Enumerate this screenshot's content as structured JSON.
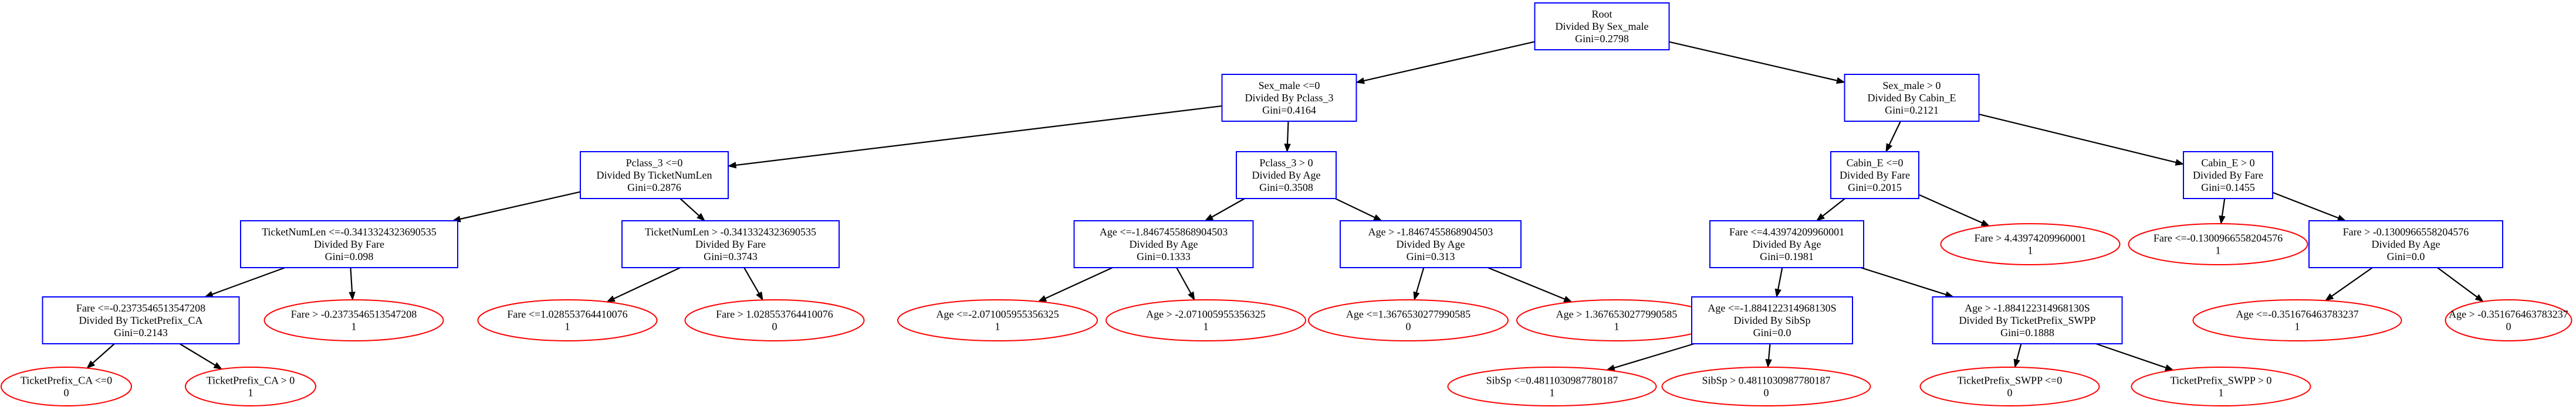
{
  "colors": {
    "internal_border": "#0000ff",
    "leaf_border": "#ff0000",
    "edge": "#000000",
    "background": "#ffffff"
  },
  "nodes": [
    {
      "id": "n0",
      "shape": "box",
      "lines": [
        "Root",
        "Divided By Sex_male",
        "Gini=0.2798"
      ]
    },
    {
      "id": "n1",
      "shape": "box",
      "lines": [
        "Sex_male <=0",
        "Divided By Pclass_3",
        "Gini=0.4164"
      ]
    },
    {
      "id": "n2",
      "shape": "box",
      "lines": [
        "Sex_male > 0",
        "Divided By Cabin_E",
        "Gini=0.2121"
      ]
    },
    {
      "id": "n3",
      "shape": "box",
      "lines": [
        "Pclass_3 <=0",
        "Divided By TicketNumLen",
        "Gini=0.2876"
      ]
    },
    {
      "id": "n4",
      "shape": "box",
      "lines": [
        "Pclass_3 > 0",
        "Divided By Age",
        "Gini=0.3508"
      ]
    },
    {
      "id": "n5",
      "shape": "box",
      "lines": [
        "Cabin_E <=0",
        "Divided By Fare",
        "Gini=0.2015"
      ]
    },
    {
      "id": "n6",
      "shape": "box",
      "lines": [
        "Cabin_E > 0",
        "Divided By Fare",
        "Gini=0.1455"
      ]
    },
    {
      "id": "n7",
      "shape": "box",
      "lines": [
        "TicketNumLen <=-0.3413324323690535",
        "Divided By Fare",
        "Gini=0.098"
      ]
    },
    {
      "id": "n8",
      "shape": "box",
      "lines": [
        "TicketNumLen > -0.3413324323690535",
        "Divided By Fare",
        "Gini=0.3743"
      ]
    },
    {
      "id": "n9",
      "shape": "box",
      "lines": [
        "Age <=-1.8467455868904503",
        "Divided By Age",
        "Gini=0.1333"
      ]
    },
    {
      "id": "n10",
      "shape": "box",
      "lines": [
        "Age > -1.8467455868904503",
        "Divided By Age",
        "Gini=0.313"
      ]
    },
    {
      "id": "n11",
      "shape": "box",
      "lines": [
        "Fare <=4.43974209960001",
        "Divided By Age",
        "Gini=0.1981"
      ]
    },
    {
      "id": "n12",
      "shape": "ellipse",
      "lines": [
        "Fare > 4.43974209960001",
        "1"
      ]
    },
    {
      "id": "n13",
      "shape": "ellipse",
      "lines": [
        "Fare <=-0.1300966558204576",
        "1"
      ]
    },
    {
      "id": "n14",
      "shape": "box",
      "lines": [
        "Fare > -0.1300966558204576",
        "Divided By Age",
        "Gini=0.0"
      ]
    },
    {
      "id": "n15",
      "shape": "box",
      "lines": [
        "Fare <=-0.2373546513547208",
        "Divided By TicketPrefix_CA",
        "Gini=0.2143"
      ]
    },
    {
      "id": "n16",
      "shape": "ellipse",
      "lines": [
        "Fare > -0.2373546513547208",
        "1"
      ]
    },
    {
      "id": "n17",
      "shape": "ellipse",
      "lines": [
        "Fare <=1.028553764410076",
        "1"
      ]
    },
    {
      "id": "n18",
      "shape": "ellipse",
      "lines": [
        "Fare > 1.028553764410076",
        "0"
      ]
    },
    {
      "id": "n19",
      "shape": "ellipse",
      "lines": [
        "Age <=-2.071005955356325",
        "1"
      ]
    },
    {
      "id": "n20",
      "shape": "ellipse",
      "lines": [
        "Age > -2.071005955356325",
        "1"
      ]
    },
    {
      "id": "n21",
      "shape": "ellipse",
      "lines": [
        "Age <=1.3676530277990585",
        "0"
      ]
    },
    {
      "id": "n22",
      "shape": "ellipse",
      "lines": [
        "Age > 1.3676530277990585",
        "1"
      ]
    },
    {
      "id": "n23",
      "shape": "box",
      "lines": [
        "Age <=-1.884122314968130S",
        "Divided By SibSp",
        "Gini=0.0"
      ]
    },
    {
      "id": "n24",
      "shape": "box",
      "lines": [
        "Age > -1.884122314968130S",
        "Divided By TicketPrefix_SWPP",
        "Gini=0.1888"
      ]
    },
    {
      "id": "n25",
      "shape": "ellipse",
      "lines": [
        "Age <=-0.351676463783237",
        "1"
      ]
    },
    {
      "id": "n26",
      "shape": "ellipse",
      "lines": [
        "Age > -0.351676463783237",
        "0"
      ]
    },
    {
      "id": "n27",
      "shape": "ellipse",
      "lines": [
        "TicketPrefix_CA <=0",
        "0"
      ]
    },
    {
      "id": "n28",
      "shape": "ellipse",
      "lines": [
        "TicketPrefix_CA > 0",
        "1"
      ]
    },
    {
      "id": "n29",
      "shape": "ellipse",
      "lines": [
        "SibSp <=0.4811030987780187",
        "1"
      ]
    },
    {
      "id": "n30",
      "shape": "ellipse",
      "lines": [
        "SibSp > 0.4811030987780187",
        "0"
      ]
    },
    {
      "id": "n31",
      "shape": "ellipse",
      "lines": [
        "TicketPrefix_SWPP <=0",
        "0"
      ]
    },
    {
      "id": "n32",
      "shape": "ellipse",
      "lines": [
        "TicketPrefix_SWPP > 0",
        "1"
      ]
    }
  ],
  "edges": [
    [
      "n0",
      "n1"
    ],
    [
      "n0",
      "n2"
    ],
    [
      "n1",
      "n3"
    ],
    [
      "n1",
      "n4"
    ],
    [
      "n2",
      "n5"
    ],
    [
      "n2",
      "n6"
    ],
    [
      "n3",
      "n7"
    ],
    [
      "n3",
      "n8"
    ],
    [
      "n4",
      "n9"
    ],
    [
      "n4",
      "n10"
    ],
    [
      "n5",
      "n11"
    ],
    [
      "n5",
      "n12"
    ],
    [
      "n6",
      "n13"
    ],
    [
      "n6",
      "n14"
    ],
    [
      "n7",
      "n15"
    ],
    [
      "n7",
      "n16"
    ],
    [
      "n8",
      "n17"
    ],
    [
      "n8",
      "n18"
    ],
    [
      "n9",
      "n19"
    ],
    [
      "n9",
      "n20"
    ],
    [
      "n10",
      "n21"
    ],
    [
      "n10",
      "n22"
    ],
    [
      "n11",
      "n23"
    ],
    [
      "n11",
      "n24"
    ],
    [
      "n14",
      "n25"
    ],
    [
      "n14",
      "n26"
    ],
    [
      "n15",
      "n27"
    ],
    [
      "n15",
      "n28"
    ],
    [
      "n23",
      "n29"
    ],
    [
      "n23",
      "n30"
    ],
    [
      "n24",
      "n31"
    ],
    [
      "n24",
      "n32"
    ]
  ]
}
